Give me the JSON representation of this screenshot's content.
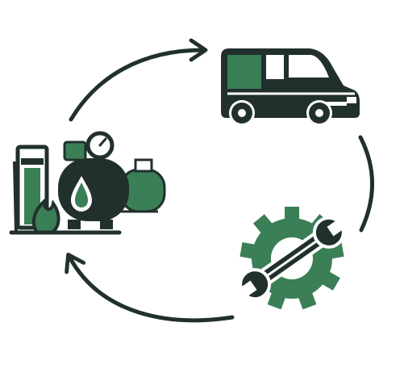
{
  "diagram": {
    "type": "cycle",
    "nodes": [
      {
        "id": "fuel-station",
        "icon": "fuel-tank-icon"
      },
      {
        "id": "delivery-van",
        "icon": "van-icon"
      },
      {
        "id": "maintenance",
        "icon": "gear-wrench-icon"
      }
    ],
    "edges": [
      {
        "from": "fuel-station",
        "to": "delivery-van"
      },
      {
        "from": "delivery-van",
        "to": "maintenance"
      },
      {
        "from": "maintenance",
        "to": "fuel-station"
      }
    ]
  },
  "colors": {
    "dark": "#21302d",
    "green": "#3a7f56",
    "background": "#ffffff"
  }
}
